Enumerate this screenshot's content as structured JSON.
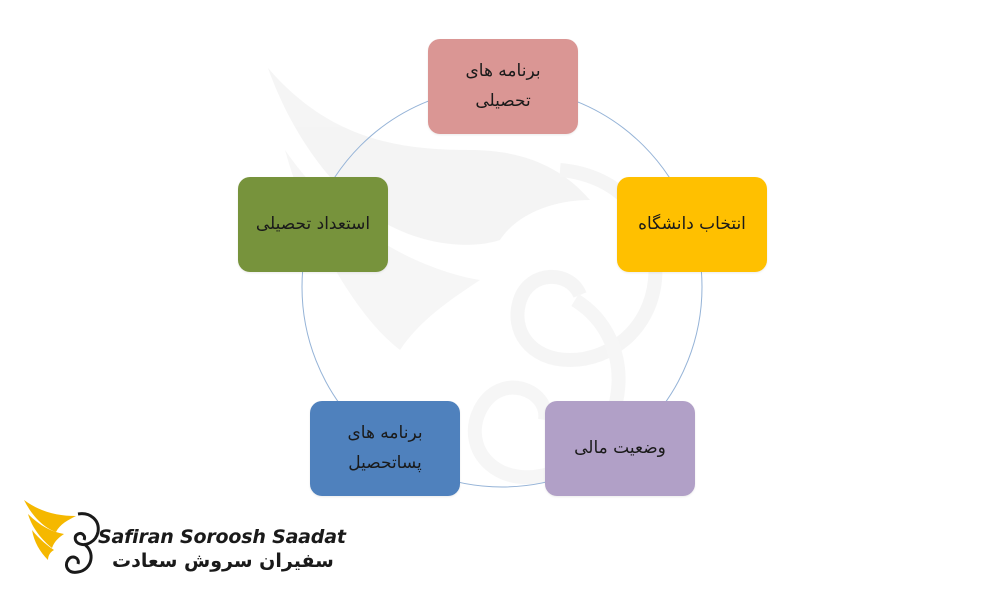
{
  "diagram": {
    "type": "cycle",
    "nodes": [
      {
        "id": "node-1",
        "label": "برنامه های\nتحصیلی",
        "color": "#DA9694"
      },
      {
        "id": "node-2",
        "label": "انتخاب دانشگاه",
        "color": "#FFC000"
      },
      {
        "id": "node-3",
        "label": "وضعیت مالی",
        "color": "#B1A0C7"
      },
      {
        "id": "node-4",
        "label": "برنامه های\nپساتحصیل",
        "color": "#4F81BD"
      },
      {
        "id": "node-5",
        "label": "استعداد تحصیلی",
        "color": "#77933C"
      }
    ],
    "connector_color": "#95B3D7"
  },
  "logo": {
    "english": "Safiran Soroosh Saadat",
    "persian": "سفیران سروش سعادت",
    "accent_color": "#F5B800"
  }
}
